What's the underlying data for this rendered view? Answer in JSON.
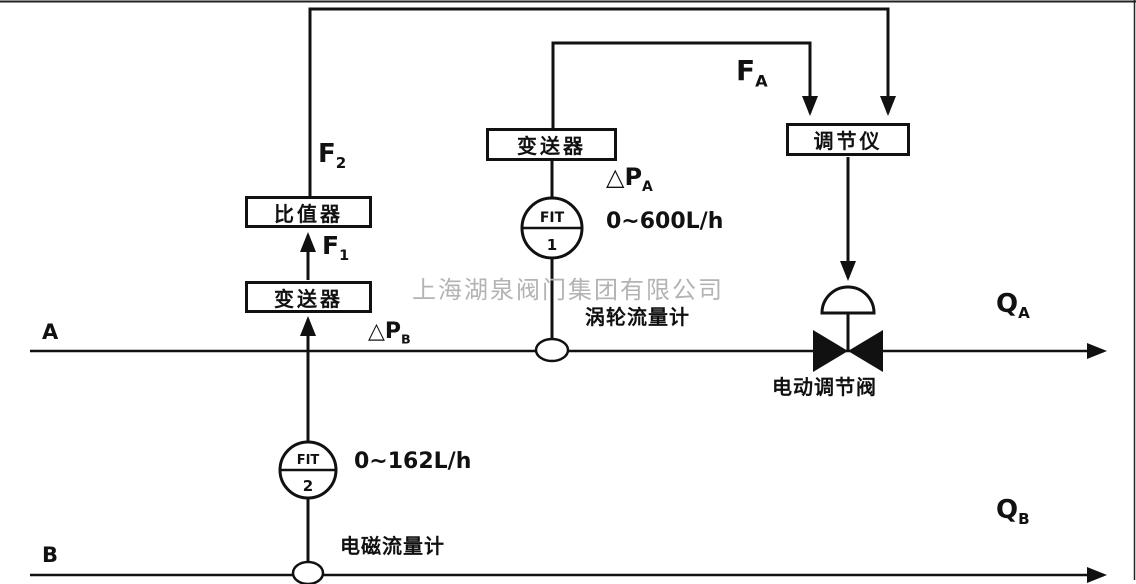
{
  "watermark": "上海湖泉阀门集团有限公司",
  "colors": {
    "ink": "#111111",
    "watermark": "#b3b3b3"
  },
  "boxes": {
    "ratio_unit": "比值器",
    "transmitter_left": "变送器",
    "transmitter_center": "变送器",
    "controller": "调节仪"
  },
  "instruments": {
    "fit1": {
      "tag": "FIT",
      "number": "1"
    },
    "fit2": {
      "tag": "FIT",
      "number": "2"
    }
  },
  "labels": {
    "f2": {
      "main": "F",
      "sub": "2"
    },
    "f1": {
      "main": "F",
      "sub": "1"
    },
    "fa": {
      "main": "F",
      "sub": "A"
    },
    "dpa": {
      "main": "△P",
      "sub": "A"
    },
    "dpb": {
      "main": "△P",
      "sub": "B"
    },
    "qa": {
      "main": "Q",
      "sub": "A"
    },
    "qb": {
      "main": "Q",
      "sub": "B"
    },
    "range_top": "0~600L/h",
    "range_bottom": "0~162L/h",
    "turbine_flowmeter": "涡轮流量计",
    "magnetic_flowmeter": "电磁流量计",
    "electric_control_valve": "电动调节阀",
    "line_a": "A",
    "line_b": "B"
  }
}
